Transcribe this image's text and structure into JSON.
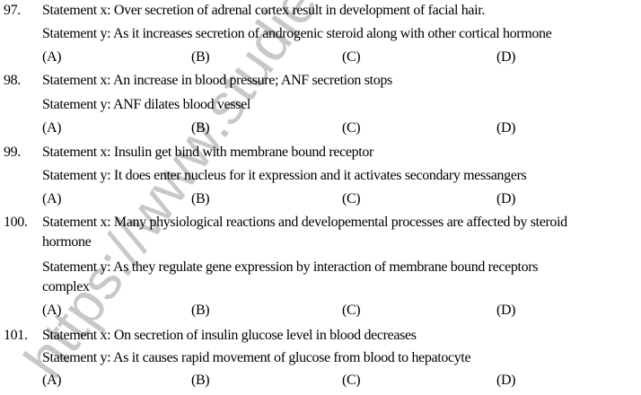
{
  "watermark": "https://www.studiestoday.com",
  "options": [
    "(A)",
    "(B)",
    "(C)",
    "(D)"
  ],
  "questions": [
    {
      "number": "97.",
      "statement_x": "Statement x: Over secretion of adrenal cortex result in development of facial hair.",
      "statement_y": "Statement y: As it increases secretion of androgenic steroid along with other cortical hormone"
    },
    {
      "number": "98.",
      "statement_x": "Statement x: An increase in blood pressure; ANF secretion stops",
      "statement_y": "Statement y: ANF dilates blood vessel"
    },
    {
      "number": "99.",
      "statement_x": "Statement x: Insulin get bind with membrane bound receptor",
      "statement_y": "Statement y: It does enter nucleus for it expression and it activates secondary messangers"
    },
    {
      "number": "100.",
      "statement_x": "Statement x: Many physiological reactions and developemental processes are affected by steroid",
      "statement_x_cont": "hormone",
      "statement_y": "Statement y: As they regulate gene expression by interaction of membrane bound receptors",
      "statement_y_cont": "complex"
    },
    {
      "number": "101.",
      "statement_x": "Statement x: On secretion of insulin glucose level in blood decreases",
      "statement_y": "Statement y: As it causes rapid movement of glucose from blood to hepatocyte"
    }
  ]
}
